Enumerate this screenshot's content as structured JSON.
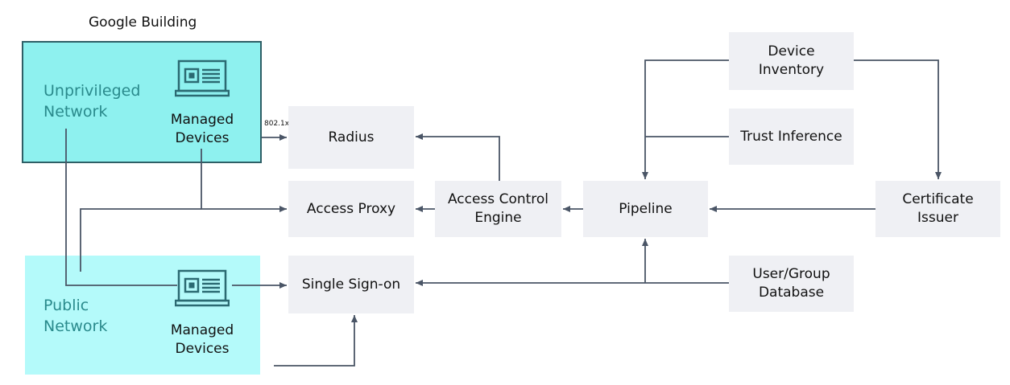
{
  "building_title": "Google Building",
  "unprivileged_zone": {
    "network_label": "Unprivileged Network",
    "device_label": "Managed Devices",
    "device_icon": "laptop-icon"
  },
  "public_zone": {
    "network_label": "Public Network",
    "device_label": "Managed Devices",
    "device_icon": "laptop-icon"
  },
  "protocol_label": "802.1x",
  "nodes": {
    "radius": "Radius",
    "access_proxy": "Access Proxy",
    "single_sign_on": "Single Sign-on",
    "access_control_engine": "Access Control Engine",
    "pipeline": "Pipeline",
    "device_inventory": "Device Inventory",
    "trust_inference": "Trust Inference",
    "certificate_issuer": "Certificate Issuer",
    "user_group_database": "User/Group Database"
  },
  "colors": {
    "unprivileged_fill": "#8ef1ef",
    "public_fill": "#b4fafa",
    "network_text": "#2a8a8c",
    "node_fill": "#eff0f4",
    "connector": "#4a5566"
  }
}
